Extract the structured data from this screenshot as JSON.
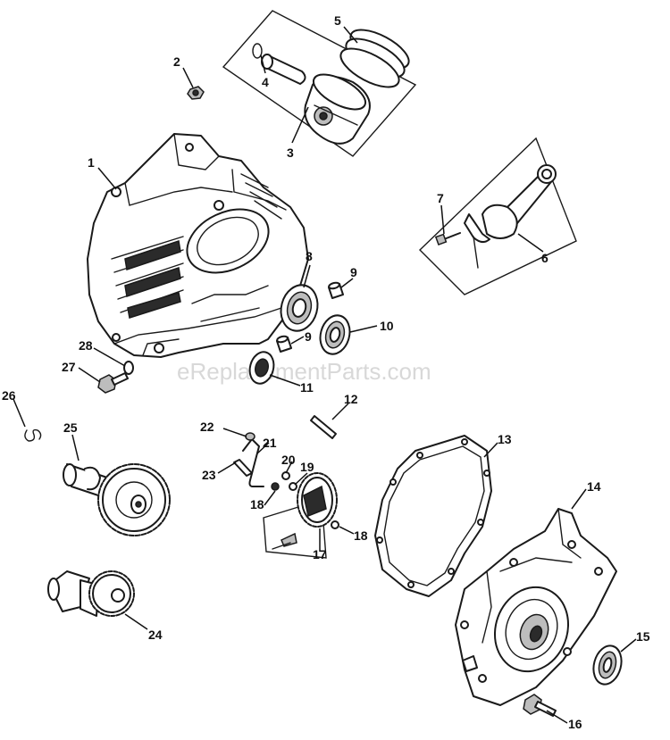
{
  "watermark": "eReplacementParts.com",
  "callouts": [
    {
      "id": "1",
      "label": "1"
    },
    {
      "id": "2",
      "label": "2"
    },
    {
      "id": "3",
      "label": "3"
    },
    {
      "id": "4",
      "label": "4"
    },
    {
      "id": "5",
      "label": "5"
    },
    {
      "id": "6",
      "label": "6"
    },
    {
      "id": "7",
      "label": "7"
    },
    {
      "id": "8",
      "label": "8"
    },
    {
      "id": "9a",
      "label": "9"
    },
    {
      "id": "9b",
      "label": "9"
    },
    {
      "id": "10",
      "label": "10"
    },
    {
      "id": "11",
      "label": "11"
    },
    {
      "id": "12",
      "label": "12"
    },
    {
      "id": "13",
      "label": "13"
    },
    {
      "id": "14",
      "label": "14"
    },
    {
      "id": "15",
      "label": "15"
    },
    {
      "id": "16",
      "label": "16"
    },
    {
      "id": "17",
      "label": "17"
    },
    {
      "id": "18a",
      "label": "18"
    },
    {
      "id": "18b",
      "label": "18"
    },
    {
      "id": "19",
      "label": "19"
    },
    {
      "id": "20",
      "label": "20"
    },
    {
      "id": "21",
      "label": "21"
    },
    {
      "id": "22",
      "label": "22"
    },
    {
      "id": "23",
      "label": "23"
    },
    {
      "id": "24",
      "label": "24"
    },
    {
      "id": "25",
      "label": "25"
    },
    {
      "id": "26",
      "label": "26"
    },
    {
      "id": "27",
      "label": "27"
    },
    {
      "id": "28",
      "label": "28"
    }
  ]
}
